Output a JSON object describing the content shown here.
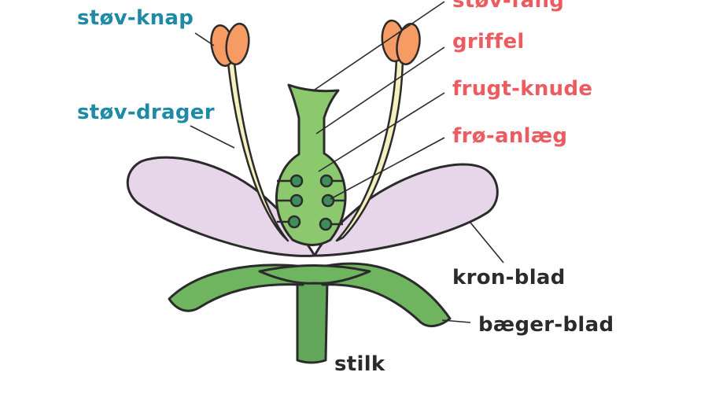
{
  "colors": {
    "male_parts": "#1f8aa6",
    "female_parts": "#ec5b60",
    "other_parts": "#2b2b2b",
    "petal": "#e7d6ea",
    "sepal": "#6fb45e",
    "pistil": "#8cc86e",
    "ovule": "#3f8d5a",
    "filament": "#f4f1bf",
    "anther": "#f59b63",
    "stem": "#63a85a"
  },
  "labels": {
    "stov_knap": "støv-knap",
    "stov_drager": "støv-drager",
    "stov_fang": "støv-fang",
    "griffel": "griffel",
    "frugt_knude": "frugt-knude",
    "fro_anlaeg": "frø-anlæg",
    "kron_blad": "kron-blad",
    "baeger_blad": "bæger-blad",
    "stilk": "stilk"
  }
}
